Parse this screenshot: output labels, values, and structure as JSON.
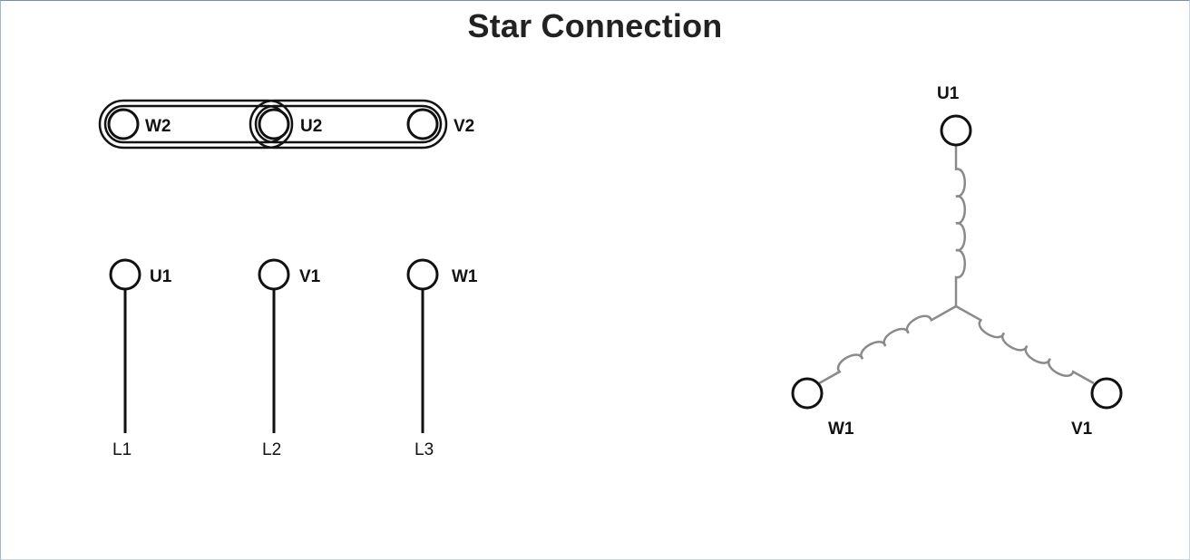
{
  "title": "Star Connection",
  "terminal_box": {
    "bridged_labels": [
      "W2",
      "U2",
      "V2"
    ],
    "supply_terminals": [
      {
        "terminal": "U1",
        "line": "L1"
      },
      {
        "terminal": "V1",
        "line": "L2"
      },
      {
        "terminal": "W1",
        "line": "L3"
      }
    ]
  },
  "star_schematic": {
    "top_label": "U1",
    "left_label": "W1",
    "right_label": "V1"
  },
  "colors": {
    "stroke": "#111111",
    "winding": "#8a8a8a"
  }
}
